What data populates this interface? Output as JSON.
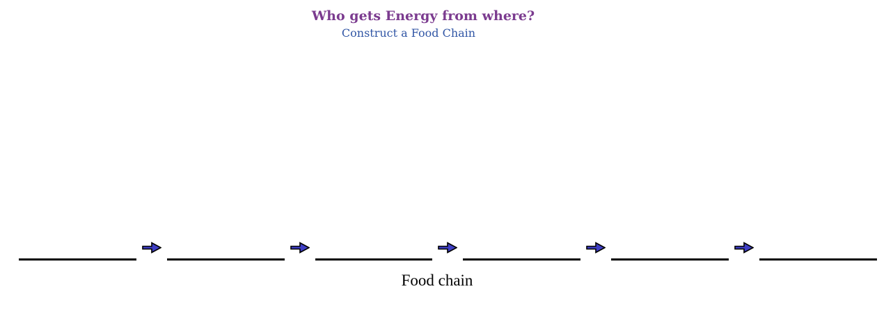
{
  "header": {
    "title": "Who gets Energy from where?",
    "subtitle": "Construct a Food Chain"
  },
  "chain": {
    "label": "Food chain",
    "blank_count": 6,
    "arrow_count": 5,
    "arrow_icon": "arrow-right-icon"
  },
  "colors": {
    "title_text": "#7b3b8f",
    "subtitle_text": "#3156a5",
    "arrow_fill": "#3e3ec4",
    "arrow_outline": "#000000",
    "blank_line": "#000000",
    "background": "#ffffff"
  }
}
